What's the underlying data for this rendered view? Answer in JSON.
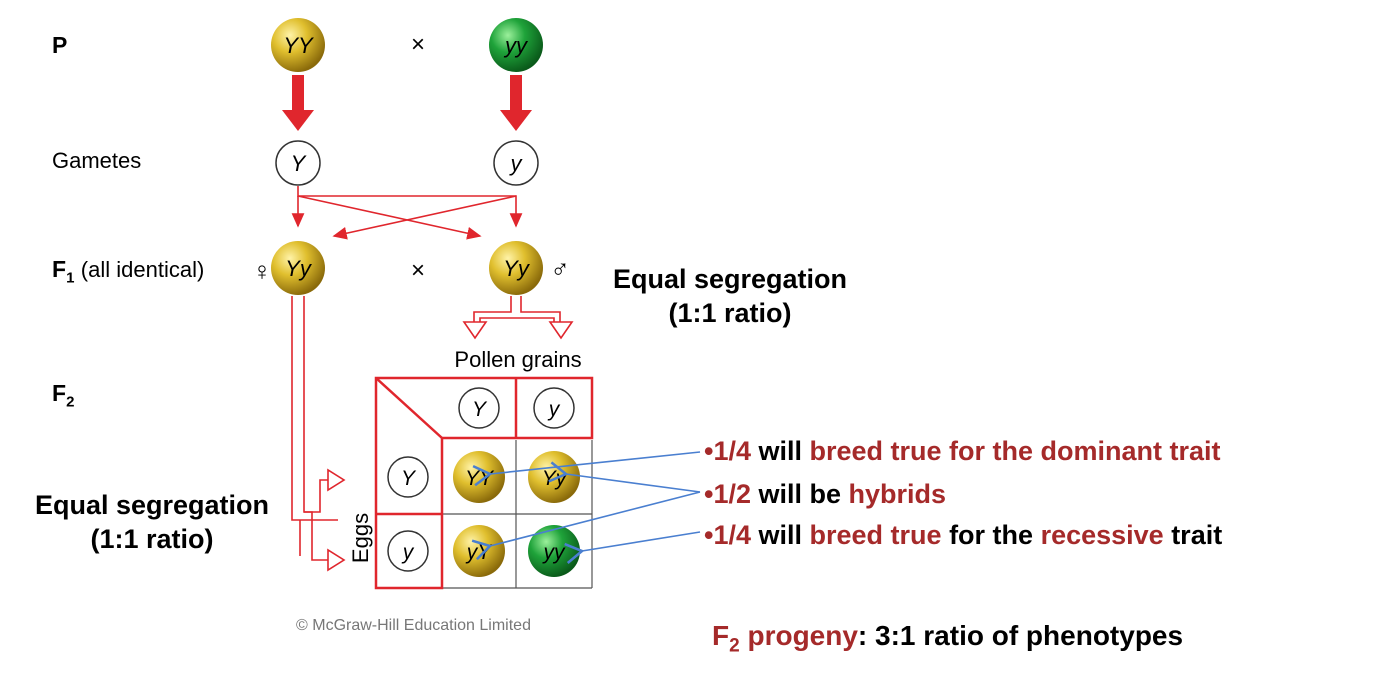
{
  "generations": {
    "p": "P",
    "gametes": "Gametes",
    "f1_base": "F",
    "f1_sub": "1",
    "f1_note": "(all identical)",
    "f2_base": "F",
    "f2_sub": "2"
  },
  "genotypes": {
    "parent_left": "YY",
    "parent_right": "yy",
    "gamete_left": "Y",
    "gamete_right": "y",
    "f1_left": "Yy",
    "f1_right": "Yy",
    "pollen_Y": "Y",
    "pollen_y": "y",
    "egg_Y": "Y",
    "egg_y": "y",
    "cell_11": "YY",
    "cell_12": "Yy",
    "cell_21": "yY",
    "cell_22": "yy"
  },
  "symbols": {
    "cross_top": "×",
    "cross_f1": "×",
    "female": "♀",
    "male": "♂"
  },
  "labels": {
    "pollen_grains": "Pollen grains",
    "eggs": "Eggs",
    "seg_right_line1": "Equal segregation",
    "seg_right_line2": "(1:1 ratio)",
    "seg_left_line1": "Equal segregation",
    "seg_left_line2": "(1:1 ratio)",
    "copyright": "© McGraw-Hill Education Limited"
  },
  "bullets": [
    {
      "dot": "•",
      "frac": "1/4",
      "w1": " will ",
      "hl1": "breed true for the dominant trait"
    },
    {
      "dot": "•",
      "frac": "1/2",
      "w1": " will be ",
      "hl1": "hybrids"
    },
    {
      "dot": "•",
      "frac": "1/4",
      "w1": " will ",
      "hl1": "breed true",
      "w2": " for the ",
      "hl2": "recessive",
      "w3": " trait"
    }
  ],
  "summary": {
    "f2_base": "F",
    "f2_sub": "2",
    "progeny": " progeny",
    "rest": ": 3:1 ratio of phenotypes"
  },
  "colors": {
    "yellow_pea": "#d9b52a",
    "green_pea": "#1fa33a",
    "red_line": "#e0262d",
    "dark_red_text": "#a52a2a",
    "blue_arrow": "#4a7fd0"
  }
}
